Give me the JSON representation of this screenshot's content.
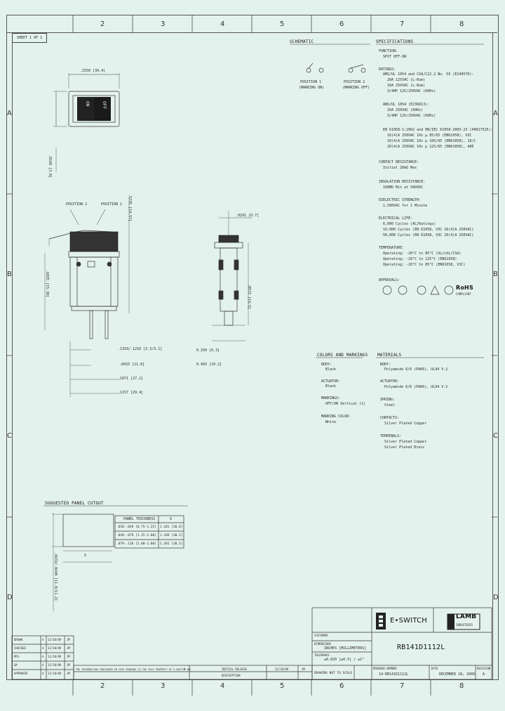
{
  "drawing": {
    "sheet": "SHEET 1 OF 1",
    "part_number": "RB141D1112L",
    "revision": "A",
    "date": "DECEMBER 18, 2009",
    "dwg_no": "14-RB141D1112L",
    "scale_note": "DRAWING NOT TO SCALE",
    "units": "INCHES [MILLIMETERS]",
    "tolerance": "±0.020 [±0.5] / ±1°",
    "proprietary_note": "THE INFORMATION CONTAINED IN THIS DRAWING IS THE SOLE PROPERTY OF E-SWITCH INC."
  },
  "zones": {
    "columns": [
      "2",
      "3",
      "4",
      "5",
      "6",
      "7",
      "8"
    ],
    "rows": [
      "A",
      "B",
      "C",
      "D"
    ]
  },
  "logos": {
    "eswitch": "E•SWITCH",
    "lamb": "LAMB",
    "lamb_sub": "INDUSTRIES"
  },
  "schematic": {
    "title": "SCHEMATIC",
    "pos1": "POSITION 1",
    "pos1_sub": "(MARKING ON)",
    "pos2": "POSITION 2",
    "pos2_sub": "(MARKING OFF)"
  },
  "views": {
    "top_dim": ".1550 [39.4]",
    "top_side_dim": ".0160 [3.0]",
    "rocker_on": "ON",
    "rocker_off": "OFF",
    "position_2": "POSITION 2",
    "position_1": "POSITION 1",
    "height_dim": ".5735 [14.57]",
    "side_dim": ".6025 [15.30]",
    "dim_term": ".1310/.1210 [3.3/3.1]",
    "dim_433": ".0433 [11.0]",
    "dim_1071": ".1071 [27.2]",
    "dim_1157": ".1157 [29.4]",
    "dim_291": ".0291 [0.7]",
    "dim_250": "0.250 [6.3]",
    "dim_403": "0.403 [10.2]",
    "dim_572": ".0572 [14.5]"
  },
  "specifications": {
    "title": "SPECIFICATIONS",
    "function_h": "FUNCTION:",
    "function_v": "SPST OFF-ON",
    "ratings_h": "RATINGS:",
    "r1": "AMS/UL 1054 and CSA/C22.2 No. 55 (E149570):",
    "r2": "20A 125VAC (L-Rum)",
    "r3": "16A 250VAC (L-Rum)",
    "r4": "3/4HP 125/250VAC (60Hz)",
    "r5": "ANS/UL 1054 (E236813):",
    "r6": "16A 250VAC (60Hz)",
    "r7": "3/4HP 125/250VAC (60Hz)",
    "r8": "EN 61058-1:2002 and EN/IEC 61058-2003-23 (40017525):",
    "r9": "16(4)A 250VAC 10x µ 85/65 (EN61058), V3C",
    "r10": "10(4)A 250VAC 10x µ 105/65 (EN61058), 10/C",
    "r11": "20(4)A 250VAC 10x µ 125/65 (EN61058), 40E",
    "contact_h": "CONTACT RESISTANCE:",
    "contact_v": "Initial 20mΩ Max",
    "insulation_h": "INSULATION RESISTANCE:",
    "insulation_v": "100MΩ Min at 500VDC",
    "dielectric_h": "DIELECTRIC STRENGTH:",
    "dielectric_v": "1,500VAC for 1 Minute",
    "electrical_h": "ELECTRICAL LIFE:",
    "e1": "6,000 Cycles (AC/Ratings)",
    "e2": "10,000 Cycles (EN 61058, V3C 16(4)A 250VAC)",
    "e3": "50,000 Cycles (EN 61058, V3C 10(4)A 250VAC)",
    "temp_h": "TEMPERATURE:",
    "t1": "Operating: -20°C to 85°C (UL/cUL/CSA)",
    "t2": "Operating: -20°C to 125°C (EN61058)",
    "t3": "Operating: -20°C to 85°C (EN61058, V3C)",
    "approvals_h": "APPROVALS:",
    "rohs": "RoHS",
    "rohs_sub": "COMPLIANT"
  },
  "colors": {
    "title": "COLORS AND MARKINGS",
    "body_h": "BODY:",
    "body_v": "Black",
    "actuator_h": "ACTUATOR:",
    "actuator_v": "Black",
    "markings_h": "MARKINGS:",
    "markings_v": "OFF/ON Vertical (1)",
    "marking_color_h": "MARKING COLOR:",
    "marking_color_v": "White"
  },
  "materials": {
    "title": "MATERIALS",
    "body_h": "BODY:",
    "body_v": "Polyamide 6/6 (PA66), UL94 V-2",
    "actuator_h": "ACTUATOR:",
    "actuator_v": "Polyamide 6/6 (PA66), UL94 V-2",
    "spring_h": "SPRING:",
    "spring_v": "Steel",
    "contacts_h": "CONTACTS:",
    "contacts_v": "Silver Plated Copper",
    "terminals_h": "TERMINALS:",
    "term1": "Silver Plated Copper",
    "term2": "Silver Plated Brass"
  },
  "panel": {
    "title": "SUGGESTED PANEL CUTOUT",
    "col1": "PANEL THICKNESS",
    "col2": "X",
    "rows": [
      {
        "t": ".030-.049 [0.75-1.25]",
        "x": "1.181 [30.0]"
      },
      {
        "t": ".049-.079 [1.25-2.00]",
        "x": "1.189 [30.2]"
      },
      {
        "t": ".079-.118 [2.00-3.00]",
        "x": "1.201 [30.5]"
      }
    ],
    "x_label": "X",
    "v_dim": ".0433/.0440 [11.0/11.2]"
  },
  "revisions": [
    {
      "label": "DRAWN",
      "rev": "A",
      "date": "12/18/09",
      "by": "JM"
    },
    {
      "label": "CHECKED",
      "rev": "A",
      "date": "12/18/09",
      "by": "JM"
    },
    {
      "label": "MFG",
      "rev": "A",
      "date": "12/18/09",
      "by": "JM"
    },
    {
      "label": "QA",
      "rev": "A",
      "date": "12/18/09",
      "by": "JM"
    },
    {
      "label": "APPROVED",
      "rev": "A",
      "date": "12/18/09",
      "by": "JM"
    }
  ],
  "title_block": {
    "customer_lbl": "CUSTOMER",
    "units_lbl": "DIMENSIONS",
    "tol_lbl": "TOLERANCE",
    "dwg_lbl": "DRAWING NUMBER",
    "date_lbl": "DATE",
    "rev_lbl": "REVISION",
    "eco_lbl": "INITIAL RELEASE",
    "ecn_lbl": "DESCRIPTION"
  }
}
